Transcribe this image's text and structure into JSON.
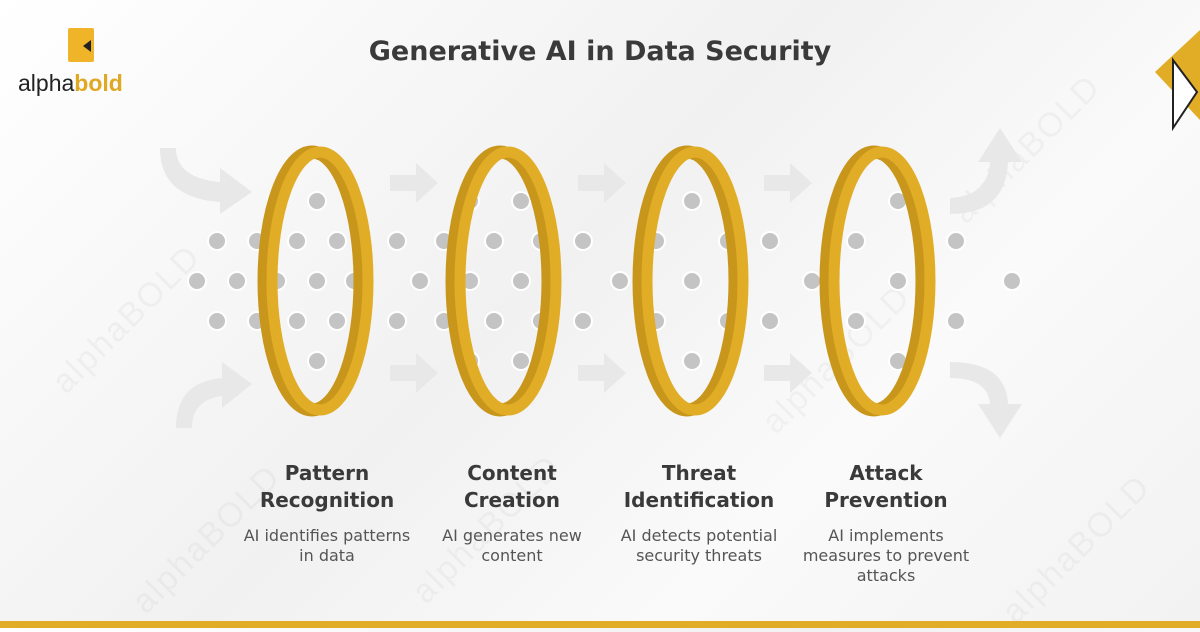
{
  "header": {
    "title": "Generative AI in Data Security"
  },
  "logo": {
    "part1": "alpha",
    "part2": "bold",
    "watermark_text": "alphaBOLD"
  },
  "colors": {
    "accent": "#e1ad27",
    "ring_dark": "#c9961c",
    "dot": "#c4c4c4",
    "arrow": "#e8e8e8",
    "text": "#3a3a3a"
  },
  "steps": [
    {
      "title_line1": "Pattern",
      "title_line2": "Recognition",
      "desc_line1": "AI identifies patterns",
      "desc_line2": "in data",
      "desc_line3": ""
    },
    {
      "title_line1": "Content",
      "title_line2": "Creation",
      "desc_line1": "AI generates new",
      "desc_line2": "content",
      "desc_line3": ""
    },
    {
      "title_line1": "Threat",
      "title_line2": "Identification",
      "desc_line1": "AI detects potential",
      "desc_line2": "security threats",
      "desc_line3": ""
    },
    {
      "title_line1": "Attack",
      "title_line2": "Prevention",
      "desc_line1": "AI implements",
      "desc_line2": "measures to prevent",
      "desc_line3": "attacks"
    }
  ]
}
